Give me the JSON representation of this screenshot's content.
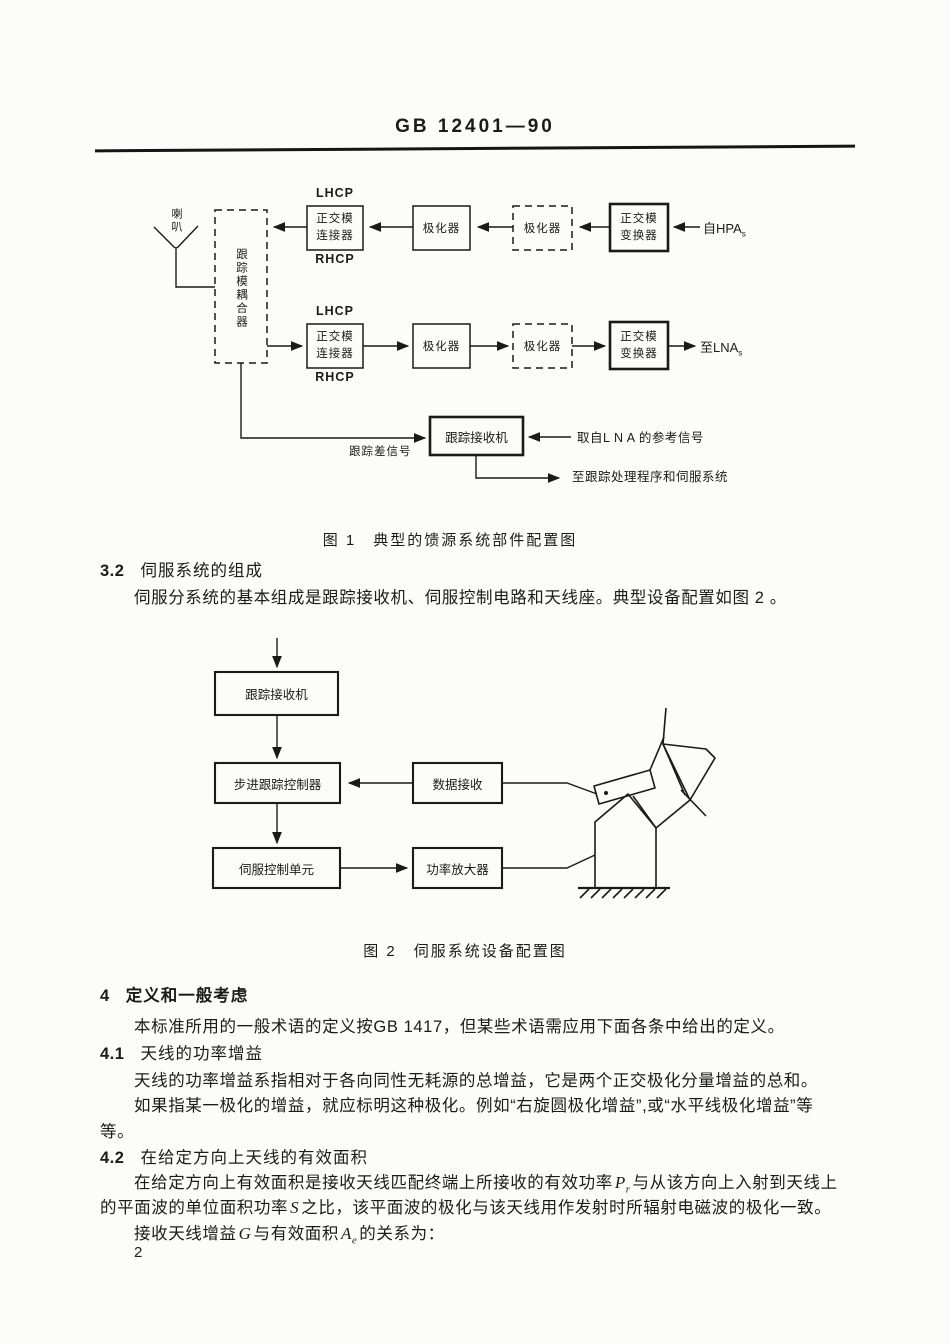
{
  "page": {
    "header_title": "GB 12401—90",
    "page_number": "2"
  },
  "figure1": {
    "caption": "图 1　典型的馈源系统部件配置图",
    "horn_label": "喇叭",
    "coupler_label": "跟踪模耦合器",
    "lhcp": "LHCP",
    "rhcp": "RHCP",
    "omt_junction_line1": "正交模",
    "omt_junction_line2": "连接器",
    "polarizer": "极化器",
    "omt_transducer_line1": "正交模",
    "omt_transducer_line2": "变换器",
    "from_hpa": "自HPA",
    "to_lna": "至LNA",
    "sub_s": "s",
    "tracking_receiver": "跟踪接收机",
    "tracking_diff_signal": "跟踪差信号",
    "ref_from_lna": "取自L N A 的参考信号",
    "to_tracking_processor": "至跟踪处理程序和伺服系统"
  },
  "section_3_2": {
    "num": "3.2",
    "title": "伺服系统的组成",
    "body": "伺服分系统的基本组成是跟踪接收机、伺服控制电路和天线座。典型设备配置如图 2 。"
  },
  "figure2": {
    "caption": "图 2　伺服系统设备配置图",
    "tracking_receiver": "跟踪接收机",
    "step_track_controller": "步进跟踪控制器",
    "servo_control_unit": "伺服控制单元",
    "data_receiver": "数据接收",
    "power_amplifier": "功率放大器"
  },
  "section_4": {
    "num": "4",
    "title": "定义和一般考虑",
    "body": "本标准所用的一般术语的定义按GB 1417，但某些术语需应用下面各条中给出的定义。"
  },
  "section_4_1": {
    "num": "4.1",
    "title": "天线的功率增益",
    "p1": "天线的功率增益系指相对于各向同性无耗源的总增益，它是两个正交极化分量增益的总和。",
    "p2": "如果指某一极化的增益，就应标明这种极化。例如“右旋圆极化增益”,或“水平线极化增益”等",
    "p2_cont": "等。"
  },
  "section_4_2": {
    "num": "4.2",
    "title": "在给定方向上天线的有效面积",
    "p1a": "在给定方向上有效面积是接收天线匹配终端上所接收的有效功率",
    "p1_var": "P",
    "p1_sub": "r",
    "p1b": "与从该方向上入射到天线上",
    "p2a": "的平面波的单位面积功率",
    "p2_var": "S",
    "p2b": "之比，该平面波的极化与该天线用作发射时所辐射电磁波的极化一致。",
    "p3a": "接收天线增益",
    "p3_var1": "G",
    "p3b": "与有效面积",
    "p3_var2": "A",
    "p3_sub2": "e",
    "p3c": "的关系为："
  }
}
